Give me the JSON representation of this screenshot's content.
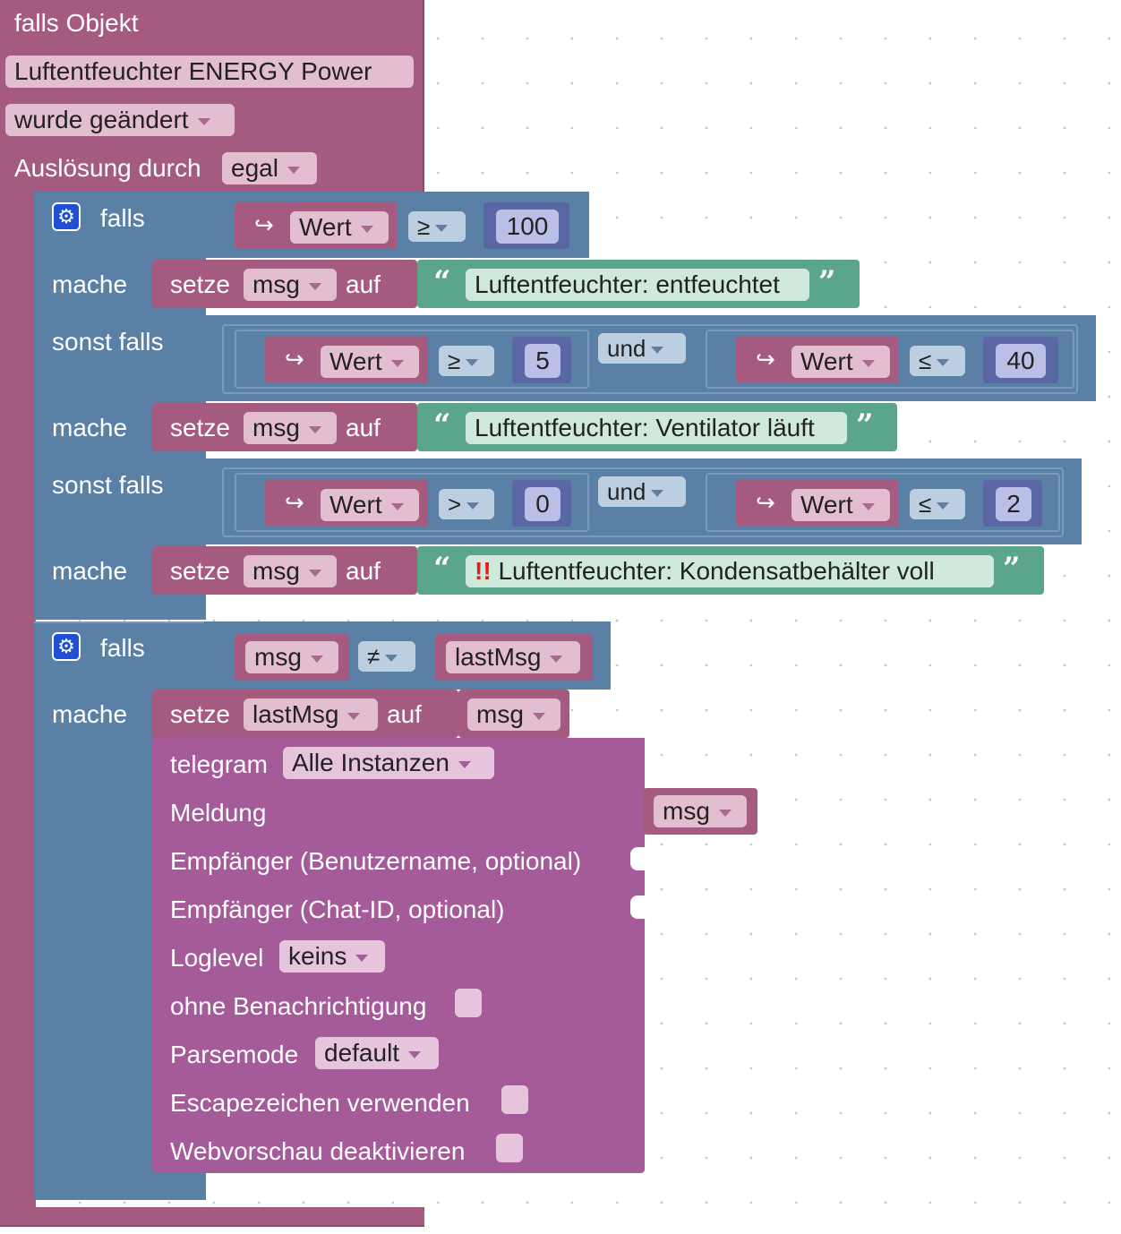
{
  "trigger": {
    "header": "falls Objekt",
    "object_name": "Luftentfeuchter ENERGY  Power",
    "change_mode": "wurde geändert",
    "trigger_label": "Auslösung durch",
    "trigger_value": "egal"
  },
  "if1": {
    "falls": "falls",
    "cond1": {
      "var": "Wert",
      "op": "≥",
      "val": "100"
    },
    "mache1": "mache",
    "set1": {
      "setze": "setze",
      "var": "msg",
      "auf": "auf",
      "text": "Luftentfeuchter: entfeuchtet"
    },
    "sonst_falls1": "sonst falls",
    "cond2": {
      "a_var": "Wert",
      "a_op": "≥",
      "a_val": "5",
      "und": "und",
      "b_var": "Wert",
      "b_op": "≤",
      "b_val": "40"
    },
    "mache2": "mache",
    "set2": {
      "setze": "setze",
      "var": "msg",
      "auf": "auf",
      "text": "Luftentfeuchter: Ventilator läuft"
    },
    "sonst_falls2": "sonst falls",
    "cond3": {
      "a_var": "Wert",
      "a_op": ">",
      "a_val": "0",
      "und": "und",
      "b_var": "Wert",
      "b_op": "≤",
      "b_val": "2"
    },
    "mache3": "mache",
    "set3": {
      "setze": "setze",
      "var": "msg",
      "auf": "auf",
      "warn": "!!",
      "text": "Luftentfeuchter: Kondensatbehälter voll"
    }
  },
  "if2": {
    "falls": "falls",
    "cond": {
      "left": "msg",
      "op": "≠",
      "right": "lastMsg"
    },
    "mache": "mache",
    "set": {
      "setze": "setze",
      "var": "lastMsg",
      "auf": "auf",
      "value": "msg"
    }
  },
  "telegram": {
    "label": "telegram",
    "instance": "Alle Instanzen",
    "meldung": "Meldung",
    "meldung_value": "msg",
    "empf_user": "Empfänger (Benutzername, optional)",
    "empf_chat": "Empfänger (Chat-ID, optional)",
    "loglevel": "Loglevel",
    "loglevel_value": "keins",
    "ohne": "ohne Benachrichtigung",
    "parsemode": "Parsemode",
    "parsemode_value": "default",
    "escape": "Escapezeichen verwenden",
    "webvorschau": "Webvorschau deaktivieren"
  },
  "colors": {
    "event_block": "#a55b80",
    "logic_block": "#5b80a5",
    "variable_block": "#a55b80",
    "text_block": "#5ba58c",
    "math_block": "#5b67a5",
    "telegram_block": "#a55b99"
  },
  "icons": [
    "gear-icon",
    "variable-arrow-icon",
    "quote-open-icon",
    "quote-close-icon",
    "dropdown-arrow-icon"
  ]
}
